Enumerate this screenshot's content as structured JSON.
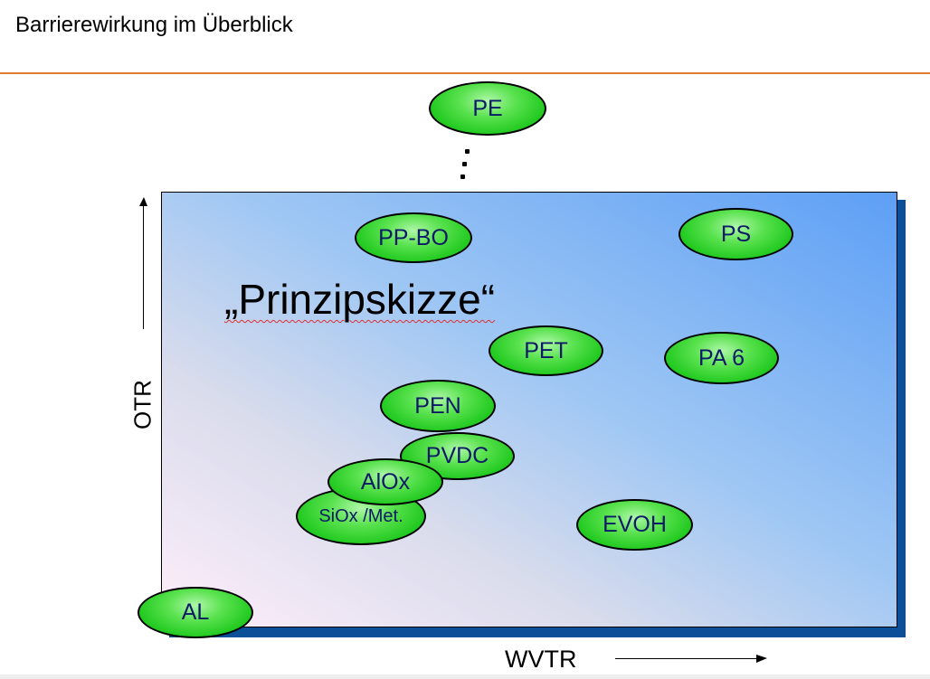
{
  "slide": {
    "title": "Barrierewirkung im Überblick",
    "watermark_text": "„Prinzipskizze“",
    "y_axis_label": "OTR",
    "x_axis_label": "WVTR"
  },
  "materials": [
    {
      "id": "pe",
      "label": "PE"
    },
    {
      "id": "pp-bo",
      "label": "PP-BO"
    },
    {
      "id": "ps",
      "label": "PS"
    },
    {
      "id": "pet",
      "label": "PET"
    },
    {
      "id": "pa6",
      "label": "PA 6"
    },
    {
      "id": "pen",
      "label": "PEN"
    },
    {
      "id": "pvdc",
      "label": "PVDC"
    },
    {
      "id": "alox",
      "label": "AlOx"
    },
    {
      "id": "siox",
      "label": "SiOx /Met."
    },
    {
      "id": "evoh",
      "label": "EVOH"
    },
    {
      "id": "al",
      "label": "AL"
    }
  ],
  "colors": {
    "accent_rule": "#e07a2e",
    "pill_green": "#1ec81d",
    "pill_text": "#0b1a66",
    "plot_shadow": "#0b4f98"
  }
}
